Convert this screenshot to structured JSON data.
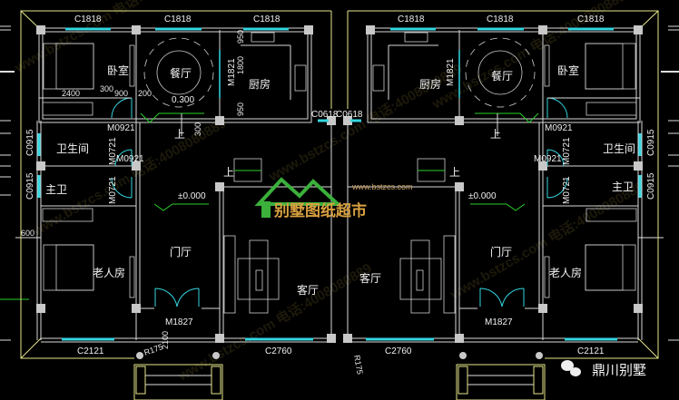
{
  "plan": {
    "windows": {
      "c1818": "C1818",
      "c0618": "C0618",
      "c0915": "C0915",
      "c2121": "C2121",
      "c2760": "C2760"
    },
    "doors": {
      "m1821": "M1821",
      "m0921": "M0921",
      "m0721": "M0721",
      "m1827": "M1827"
    },
    "rooms": {
      "bedroom": "卧室",
      "dining": "餐厅",
      "kitchen": "厨房",
      "bathroom": "卫生间",
      "master_bath": "主卫",
      "foyer": "门厅",
      "elder_room": "老人房",
      "living": "客厅"
    },
    "dimensions": {
      "d2400": "2400",
      "d300": "300",
      "d900": "900",
      "d200": "200",
      "d950": "950",
      "d1800": "1800",
      "d600": "600",
      "d2100": "2100",
      "r175": "R175"
    },
    "levels": {
      "dining": "0.300",
      "ground": "±0.000"
    },
    "up_mark": "上"
  },
  "watermark": {
    "banner": "别墅图纸超市",
    "url": "www.bstzcs.com",
    "site_repeat": "www.bstzcs.com 电话:4008080889"
  },
  "logo": {
    "name": "鼎川别墅"
  }
}
